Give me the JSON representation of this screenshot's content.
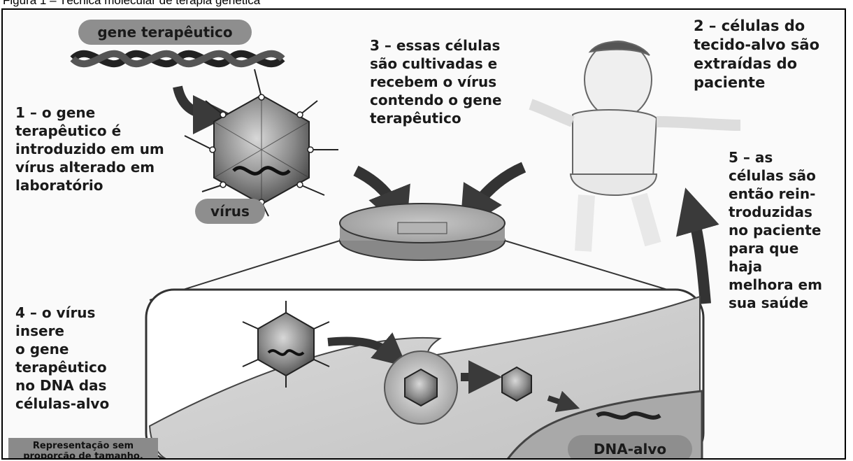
{
  "figure": {
    "caption": "Figura 1 – Técnica molecular de terapia genética"
  },
  "labels": {
    "gene": "gene terapêutico",
    "virus": "vírus",
    "dna_alvo": "DNA-alvo",
    "representation_note": "Representação sem\nproporção de tamanho."
  },
  "steps": {
    "step1": "1 – o gene\nterapêutico é\nintroduzido em um\nvírus alterado em\nlaboratório",
    "step2": "2 – células do\ntecido-alvo são\nextraídas do\npaciente",
    "step3": "3 – essas células\nsão cultivadas e\nrecebem o vírus\ncontendo o gene\nterapêutico",
    "step4": "4 – o vírus\ninsere\no gene\nterapêutico\nno DNA das\ncélulas-alvo",
    "step5": "5 – as\ncélulas são\nentão rein-\ntroduzidas\nno paciente\npara que\nhaja\nmelhora em\nsua saúde"
  }
}
